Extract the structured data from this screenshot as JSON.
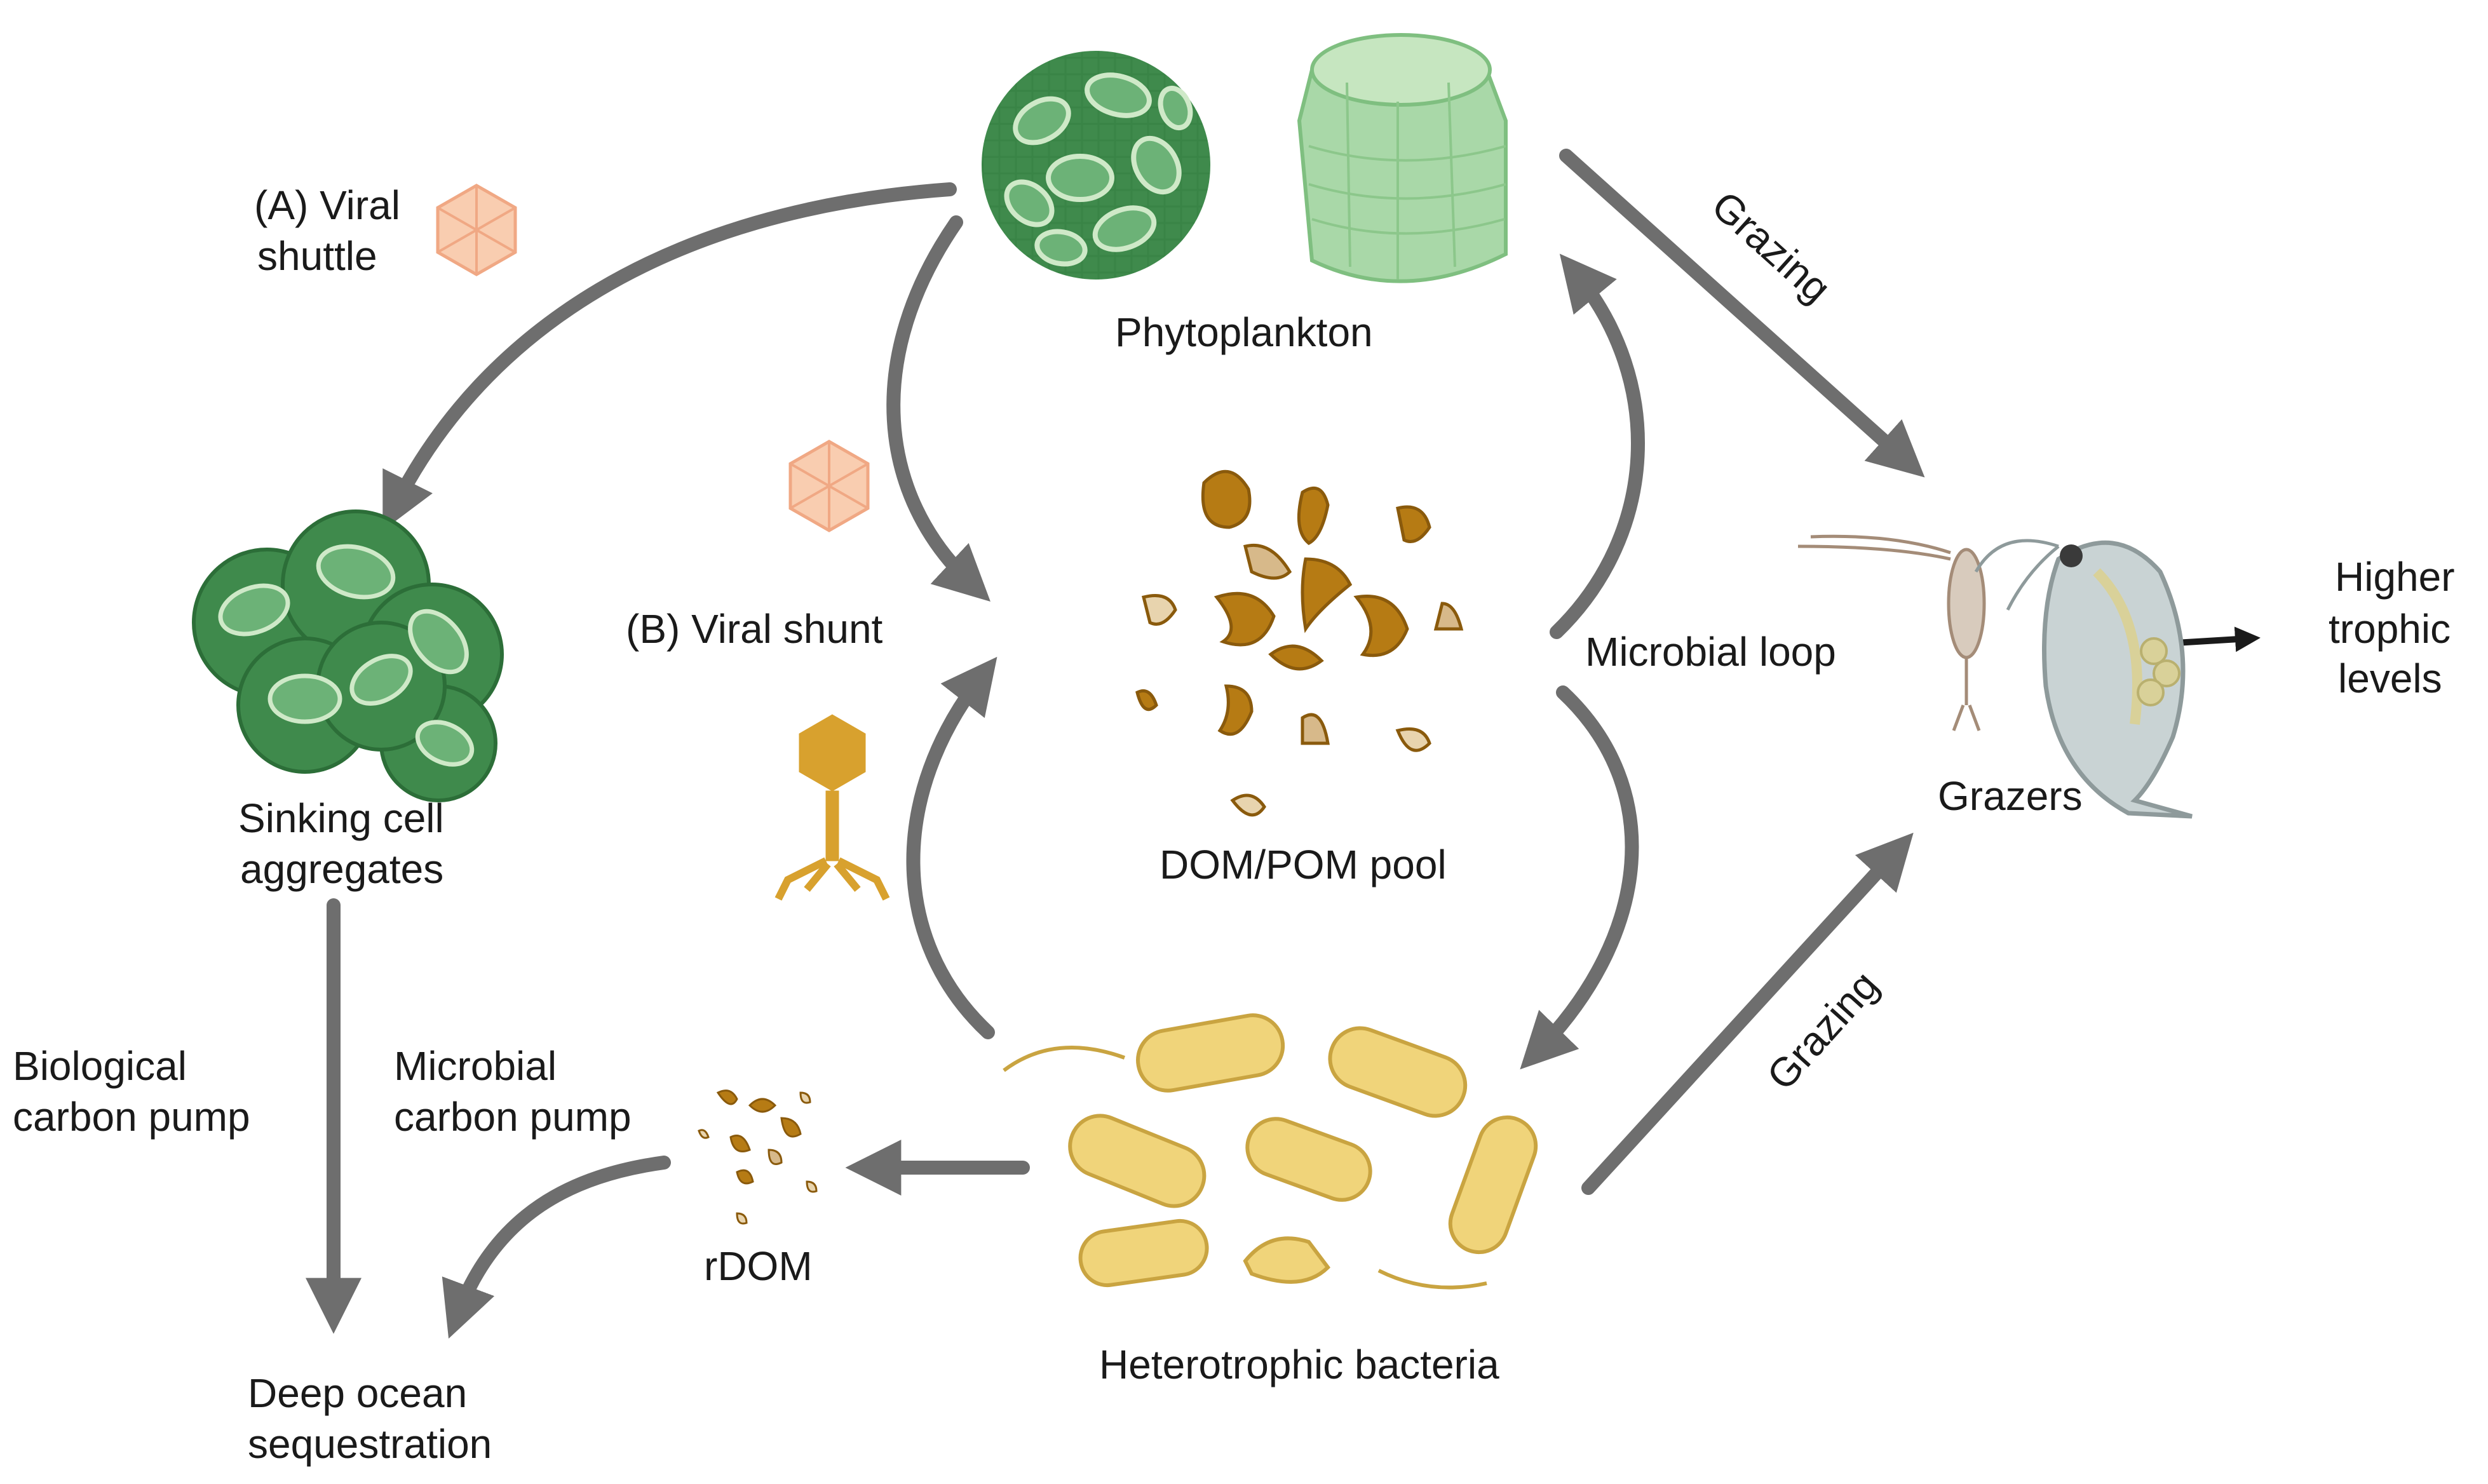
{
  "labels": {
    "viral_shuttle_1": "(A) Viral",
    "viral_shuttle_2": "shuttle",
    "phytoplankton": "Phytoplankton",
    "grazing_top": "Grazing",
    "viral_shunt": "(B) Viral shunt",
    "microbial_loop": "Microbial loop",
    "higher_1": "Higher",
    "higher_2": "trophic",
    "higher_3": "levels",
    "grazers": "Grazers",
    "sinking_1": "Sinking cell",
    "sinking_2": "aggregates",
    "dom_pom": "DOM/POM pool",
    "bio_pump_1": "Biological",
    "bio_pump_2": "carbon pump",
    "mic_pump_1": "Microbial",
    "mic_pump_2": "carbon pump",
    "grazing_bottom": "Grazing",
    "rdom": "rDOM",
    "deep_1": "Deep ocean",
    "deep_2": "sequestration",
    "hetero": "Heterotrophic bacteria"
  },
  "colors": {
    "arrow": "#6e6e6e",
    "phyto_dark": "#3f8a4c",
    "phyto_mid": "#6cb277",
    "phyto_light": "#a9d8a8",
    "virus": "#f6bb94",
    "phage": "#d8a12e",
    "particle_dark": "#b67b14",
    "particle_light": "#e8d4ae",
    "bacteria": "#f0d47a",
    "bacteria_stroke": "#c9a441"
  },
  "icons": [
    "coccolithophore",
    "diatom",
    "virus-capsid",
    "bacteriophage",
    "cell-aggregate",
    "copepod",
    "daphnia",
    "bacteria",
    "dom-particles"
  ]
}
